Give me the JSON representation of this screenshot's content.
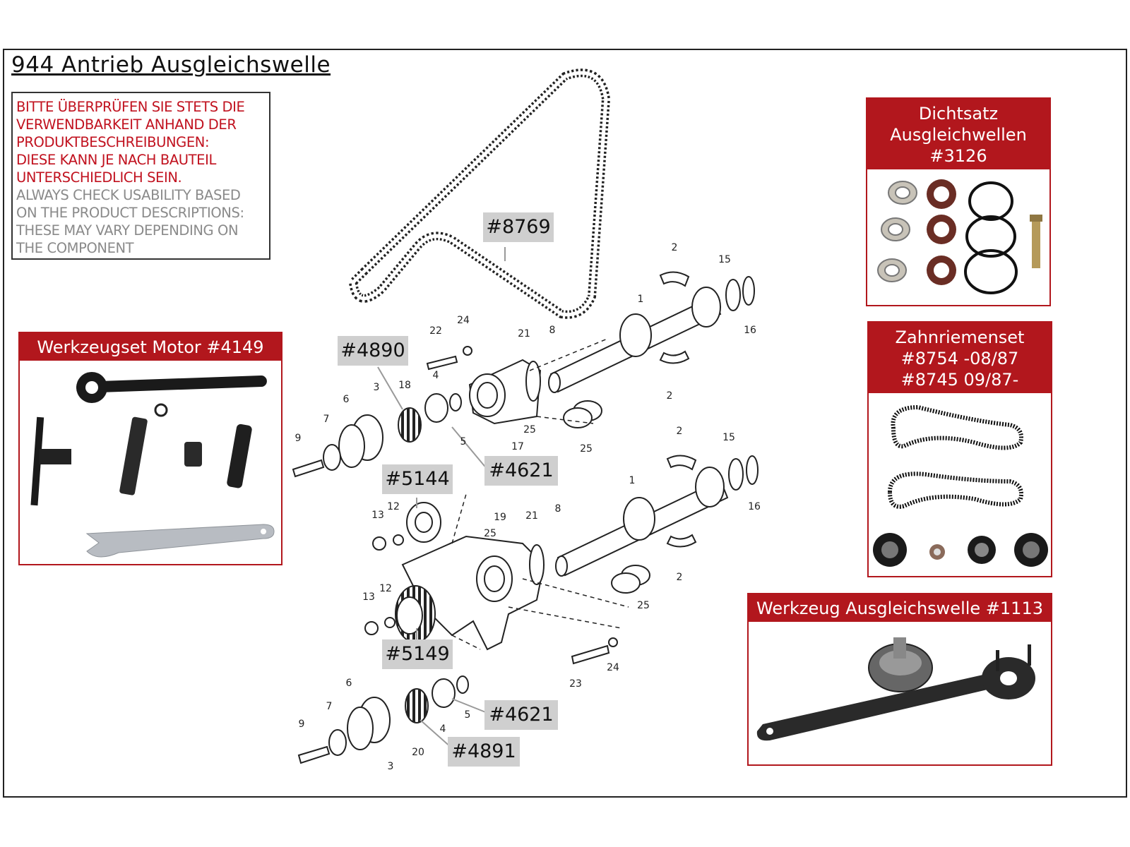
{
  "title": "944 Antrieb Ausgleichswelle",
  "notice": {
    "de": [
      "BITTE ÜBERPRÜFEN SIE STETS DIE",
      "VERWENDBARKEIT ANHAND DER",
      "PRODUKTBESCHREIBUNGEN:",
      "DIESE KANN JE NACH BAUTEIL",
      "UNTERSCHIEDLICH SEIN."
    ],
    "en": [
      "ALWAYS CHECK USABILITY BASED",
      "ON THE PRODUCT DESCRIPTIONS:",
      "THESE MAY VARY DEPENDING ON",
      "THE COMPONENT"
    ]
  },
  "panels": {
    "tools_motor": {
      "title": "Werkzeugset Motor #4149"
    },
    "seal_kit": {
      "title": [
        "Dichtsatz",
        "Ausgleichwellen",
        "#3126"
      ]
    },
    "belt_kit": {
      "title": [
        "Zahnriemenset",
        "#8754 -08/87",
        "#8745 09/87-"
      ]
    },
    "tool_shaft": {
      "title": "Werkzeug Ausgleichswelle #1113"
    }
  },
  "callouts": {
    "c8769": "#8769",
    "c4890": "#4890",
    "c4621a": "#4621",
    "c5144": "#5144",
    "c5149": "#5149",
    "c4621b": "#4621",
    "c4891": "#4891"
  },
  "part_numbers": {
    "top": [
      "2",
      "15",
      "1",
      "16",
      "2",
      "22",
      "24",
      "21",
      "8",
      "6",
      "3",
      "18",
      "4",
      "7",
      "9",
      "5",
      "25",
      "17",
      "25"
    ],
    "middle": [
      "2",
      "15",
      "1",
      "16",
      "13",
      "12",
      "19",
      "25",
      "21",
      "8",
      "2",
      "25",
      "13",
      "12"
    ],
    "bottom": [
      "6",
      "7",
      "9",
      "4",
      "5",
      "3",
      "20",
      "23",
      "24"
    ]
  },
  "colors": {
    "accent_red": "#b2171d",
    "notice_red": "#c1121f",
    "notice_gray": "#8a8a8a",
    "callout_bg": "#cfcfcf"
  }
}
